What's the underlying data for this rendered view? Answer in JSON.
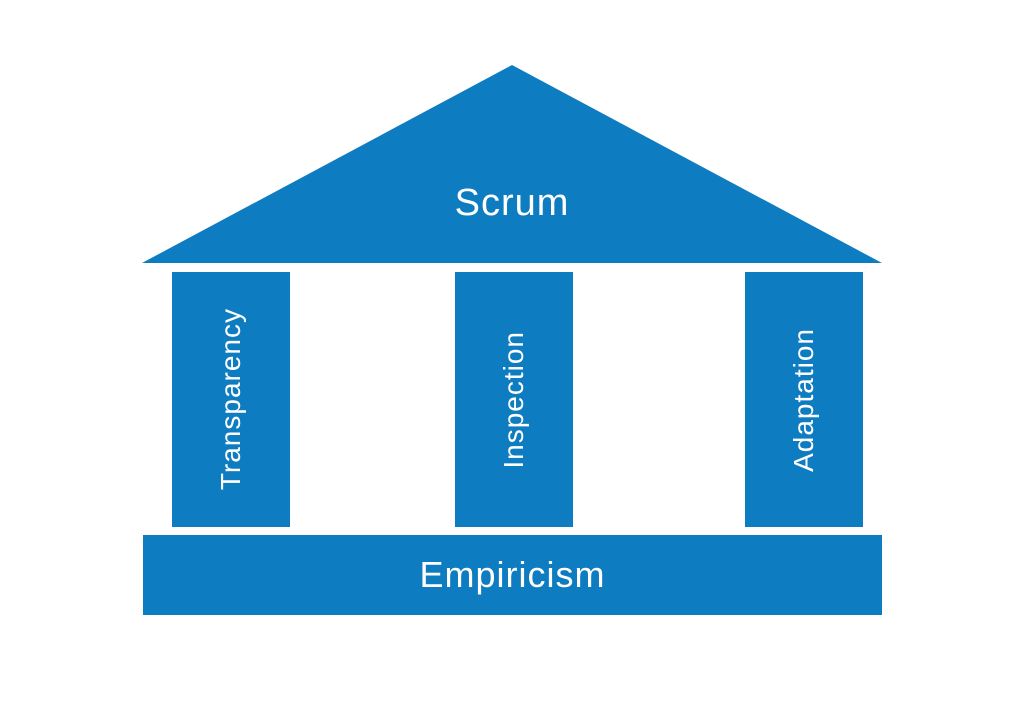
{
  "roof": {
    "label": "Scrum"
  },
  "pillars": [
    {
      "label": "Transparency"
    },
    {
      "label": "Inspection"
    },
    {
      "label": "Adaptation"
    }
  ],
  "base": {
    "label": "Empiricism"
  },
  "colors": {
    "accent": "#0d7cc1",
    "label_text": "#ffffff",
    "background": "#ffffff"
  }
}
